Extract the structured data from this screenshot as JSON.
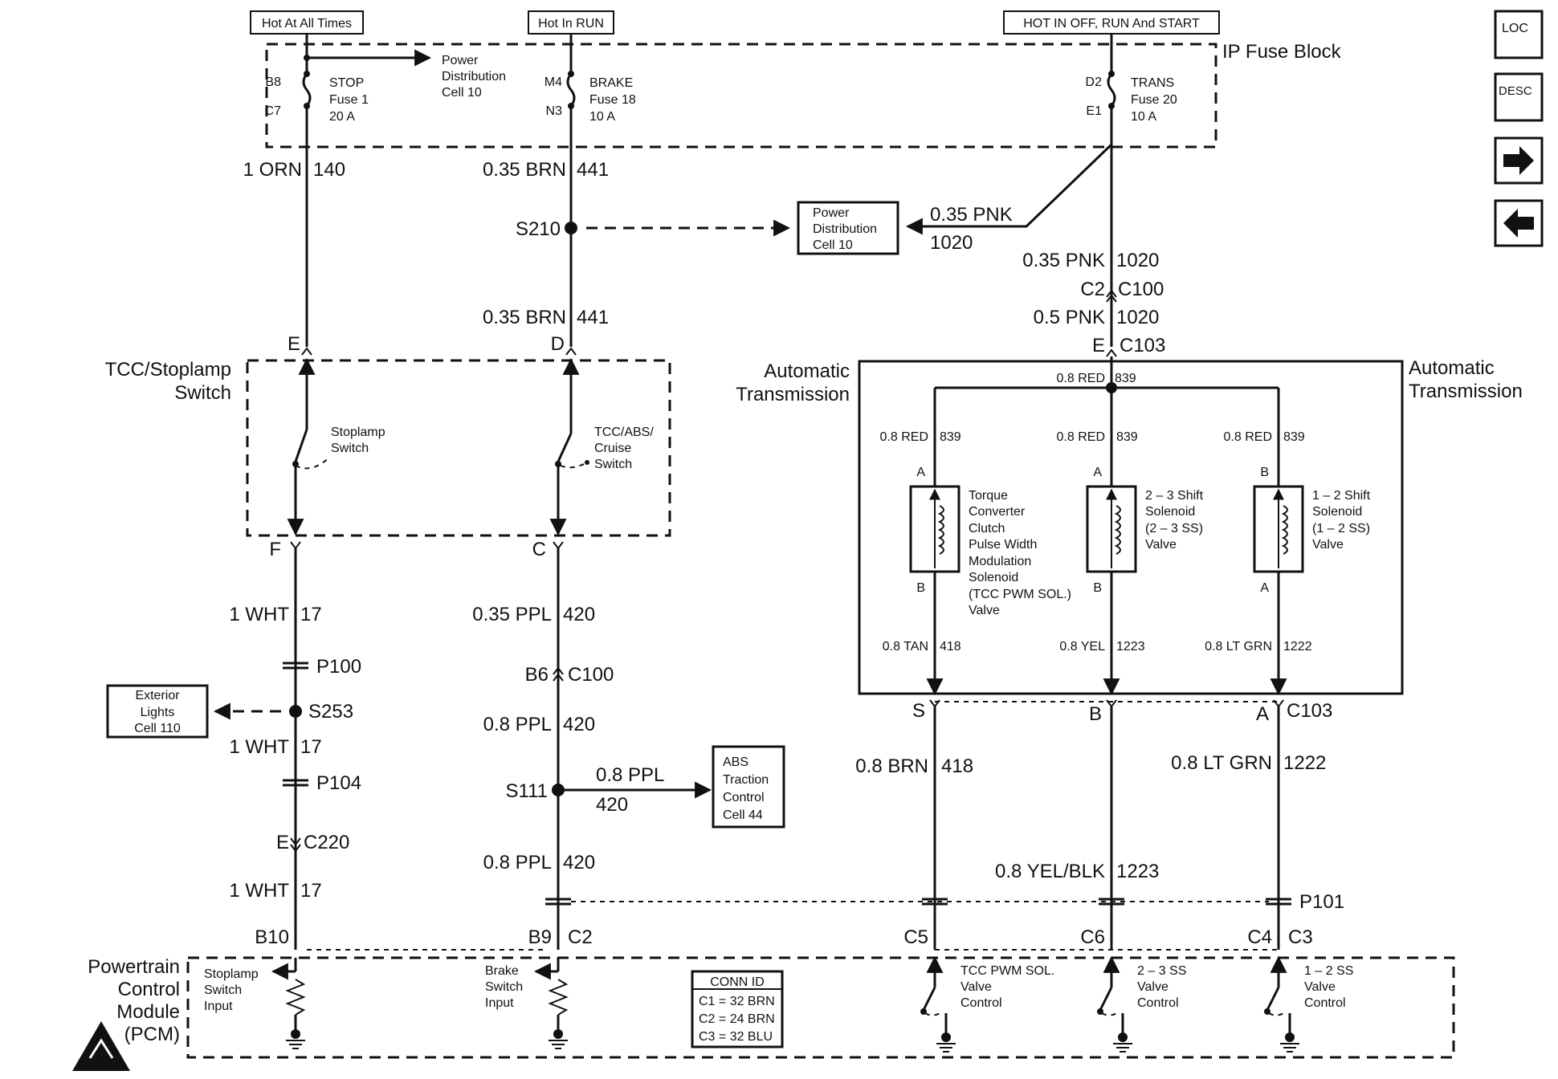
{
  "hot_labels": {
    "hot_all_times": "Hot At All Times",
    "hot_in_run": "Hot In RUN",
    "hot_in_off_run_start": "HOT IN OFF, RUN And START"
  },
  "ip_fuse_block": "IP Fuse Block",
  "fuses": {
    "stop": {
      "pin_top": "B8",
      "pin_bottom": "C7",
      "name": "STOP",
      "fuse": "Fuse 1",
      "rating": "20 A"
    },
    "brake": {
      "pin_top": "M4",
      "pin_bottom": "N3",
      "name": "BRAKE",
      "fuse": "Fuse 18",
      "rating": "10 A"
    },
    "trans": {
      "pin_top": "D2",
      "pin_bottom": "E1",
      "name": "TRANS",
      "fuse": "Fuse 20",
      "rating": "10 A"
    }
  },
  "power_dist_top": {
    "line1": "Power",
    "line2": "Distribution",
    "line3": "Cell 10"
  },
  "power_dist_mid": {
    "line1": "Power",
    "line2": "Distribution",
    "line3": "Cell 10"
  },
  "wires": {
    "w140_size": "1 ORN",
    "w140_num": "140",
    "w441a_size": "0.35 BRN",
    "w441a_num": "441",
    "w441b_size": "0.35 BRN",
    "w441b_num": "441",
    "w1020_pnk_size": "0.35 PNK",
    "w1020_pnk_num": "1020",
    "w1020a_size": "0.35 PNK",
    "w1020a_num": "1020",
    "w1020b_size": "0.5 PNK",
    "w1020b_num": "1020",
    "w17a_size": "1 WHT",
    "w17a_num": "17",
    "w17b_size": "1 WHT",
    "w17b_num": "17",
    "w17c_size": "1 WHT",
    "w17c_num": "17",
    "w420a_size": "0.35 PPL",
    "w420a_num": "420",
    "w420b_size": "0.8 PPL",
    "w420b_num": "420",
    "w420c_size": "0.8 PPL",
    "w420c_num": "420",
    "w420d_size": "0.8 PPL",
    "w420d_num": "420",
    "w839_top": "0.8 RED",
    "w839_top_num": "839",
    "w839_1": "0.8 RED",
    "w839_1_num": "839",
    "w839_2": "0.8 RED",
    "w839_2_num": "839",
    "w839_3": "0.8 RED",
    "w839_3_num": "839",
    "w418_in": "0.8 TAN",
    "w418_in_num": "418",
    "w1223_in": "0.8 YEL",
    "w1223_in_num": "1223",
    "w1222_in": "0.8 LT GRN",
    "w1222_in_num": "1222",
    "w418_out": "0.8 BRN",
    "w418_out_num": "418",
    "w1223_out": "0.8 YEL/BLK",
    "w1223_out_num": "1223",
    "w1222_out": "0.8 LT GRN",
    "w1222_out_num": "1222"
  },
  "splices": {
    "s210": "S210",
    "s253": "S253",
    "s111": "S111"
  },
  "connectors": {
    "c2": "C2",
    "c100": "C100",
    "e": "E",
    "c103": "C103",
    "sw_e": "E",
    "sw_d": "D",
    "sw_f": "F",
    "sw_c": "C",
    "b6": "B6",
    "c100b": "C100",
    "e2": "E",
    "c220": "C220",
    "p100": "P100",
    "p104": "P104",
    "p101": "P101",
    "b10": "B10",
    "b9": "B9",
    "c2b": "C2",
    "c5": "C5",
    "c6": "C6",
    "c4": "C4",
    "c3": "C3",
    "s": "S",
    "b": "B",
    "a": "A",
    "c103b": "C103",
    "pin_a1": "A",
    "pin_b1": "B",
    "pin_a2": "A",
    "pin_b2": "B",
    "pin_b3": "B",
    "pin_a3": "A"
  },
  "tcc_switch": {
    "line1": "TCC/Stoplamp",
    "line2": "Switch"
  },
  "stoplamp_switch": {
    "line1": "Stoplamp",
    "line2": "Switch"
  },
  "tcc_abs_switch": {
    "line1": "TCC/ABS/",
    "line2": "Cruise",
    "line3": "Switch"
  },
  "auto_trans_left": {
    "line1": "Automatic",
    "line2": "Transmission"
  },
  "auto_trans_right": {
    "line1": "Automatic",
    "line2": "Transmission"
  },
  "solenoid_tcc": {
    "l1": "Torque",
    "l2": "Converter",
    "l3": "Clutch",
    "l4": "Pulse Width",
    "l5": "Modulation",
    "l6": "Solenoid",
    "l7": "(TCC PWM SOL.)",
    "l8": "Valve"
  },
  "solenoid_23": {
    "l1": "2 – 3 Shift",
    "l2": "Solenoid",
    "l3": "(2 – 3 SS)",
    "l4": "Valve"
  },
  "solenoid_12": {
    "l1": "1 – 2 Shift",
    "l2": "Solenoid",
    "l3": "(1 – 2 SS)",
    "l4": "Valve"
  },
  "exterior_lights": {
    "line1": "Exterior",
    "line2": "Lights",
    "line3": "Cell 110"
  },
  "abs_box": {
    "line1": "ABS",
    "line2": "Traction",
    "line3": "Control",
    "line4": "Cell 44"
  },
  "pcm": {
    "line1": "Powertrain",
    "line2": "Control",
    "line3": "Module",
    "line4": "(PCM)"
  },
  "pcm_inputs": {
    "stoplamp": {
      "l1": "Stoplamp",
      "l2": "Switch",
      "l3": "Input"
    },
    "brake": {
      "l1": "Brake",
      "l2": "Switch",
      "l3": "Input"
    },
    "tcc": {
      "l1": "TCC PWM SOL.",
      "l2": "Valve",
      "l3": "Control"
    },
    "ss23": {
      "l1": "2 – 3 SS",
      "l2": "Valve",
      "l3": "Control"
    },
    "ss12": {
      "l1": "1 – 2 SS",
      "l2": "Valve",
      "l3": "Control"
    }
  },
  "conn_id": {
    "title": "CONN ID",
    "c1": "C1 = 32 BRN",
    "c2": "C2 = 24 BRN",
    "c3": "C3 = 32 BLU"
  },
  "nav": {
    "loc": "LOC",
    "desc": "DESC"
  }
}
